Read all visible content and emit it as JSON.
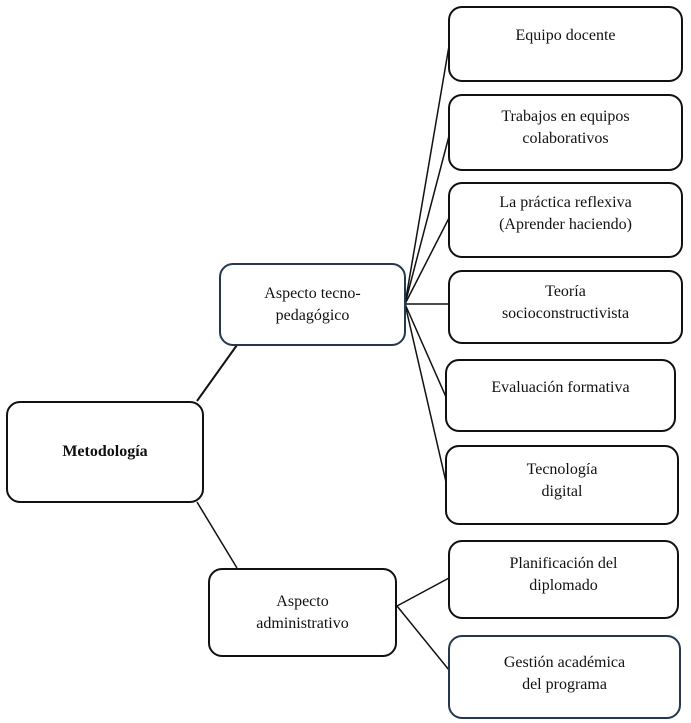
{
  "diagram": {
    "root": {
      "label": "Metodología"
    },
    "branches": [
      {
        "label": "Aspecto tecno-\npedagógico",
        "children": [
          {
            "label": "Equipo docente"
          },
          {
            "label": "Trabajos en equipos\ncolaborativos"
          },
          {
            "label": "La práctica reflexiva\n(Aprender haciendo)"
          },
          {
            "label": "Teoría\nsocioconstructivista"
          },
          {
            "label": "Evaluación formativa"
          },
          {
            "label": "Tecnología\ndigital"
          }
        ]
      },
      {
        "label": "Aspecto\nadministrativo",
        "children": [
          {
            "label": "Planificación del\ndiplomado"
          },
          {
            "label": "Gestión académica\ndel programa"
          }
        ]
      }
    ]
  }
}
